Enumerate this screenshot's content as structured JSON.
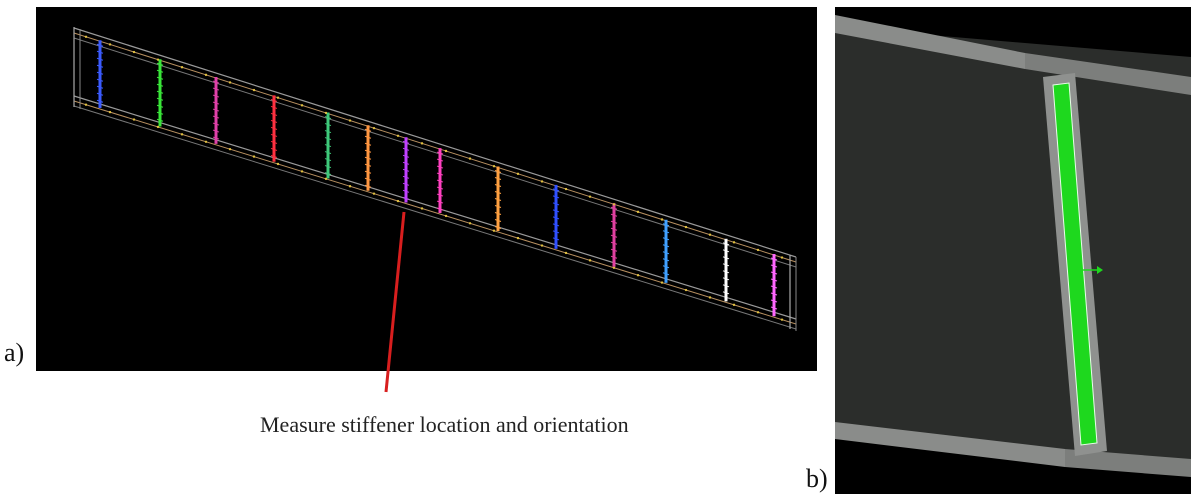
{
  "labels": {
    "panel_a": "a)",
    "panel_b": "b)",
    "caption": "Measure stiffener location and orientation"
  },
  "colors": {
    "background": "#000000",
    "web": "#2b2d2b",
    "flange": "#8a8c8a",
    "stiffener": "#1ed81e",
    "pointer": "#d81e1e",
    "stiffener_palette": [
      "#3b5bff",
      "#39e639",
      "#e040a8",
      "#ff3040",
      "#3ec97a",
      "#ff9640",
      "#c040ff",
      "#ff40c0",
      "#ffa040",
      "#3050ff",
      "#e040a0",
      "#40a0ff",
      "#ffffff",
      "#ff66ff"
    ]
  }
}
